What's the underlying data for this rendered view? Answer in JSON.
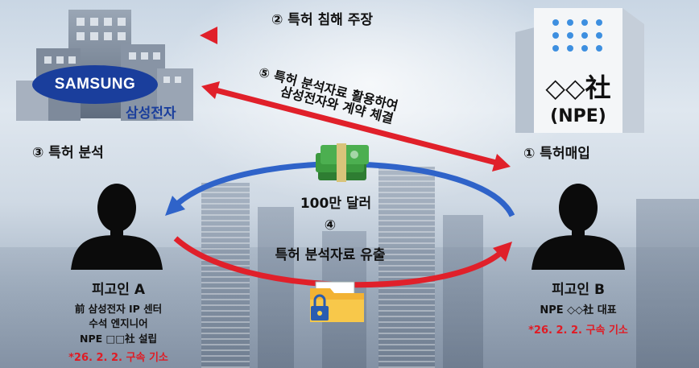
{
  "steps": {
    "step2": "② 특허 침해 주장",
    "step5_line1": "⑤ 특허 분석자료 활용하여",
    "step5_line2": "삼성전자와 계약 체결",
    "step3": "③ 특허 분석",
    "step1": "① 특허매입",
    "money": "100만 달러",
    "step4_num": "④",
    "step4_label": "특허 분석자료 유출"
  },
  "samsung": {
    "logo_text": "SAMSUNG",
    "name": "삼성전자"
  },
  "npe": {
    "name": "◇◇社",
    "label": "(NPE)"
  },
  "defendant_a": {
    "title": "피고인 A",
    "line1": "前 삼성전자 IP 센터",
    "line2": "수석 엔지니어",
    "line3": "NPE □□社 설립",
    "status": "*26. 2. 2. 구속 기소"
  },
  "defendant_b": {
    "title": "피고인 B",
    "line1": "NPE ◇◇社 대표",
    "status": "*26. 2. 2. 구속 기소"
  },
  "colors": {
    "red_arrow": "#e01b24",
    "blue_arrow": "#2f63c9",
    "samsung_blue": "#1a3e9c"
  }
}
